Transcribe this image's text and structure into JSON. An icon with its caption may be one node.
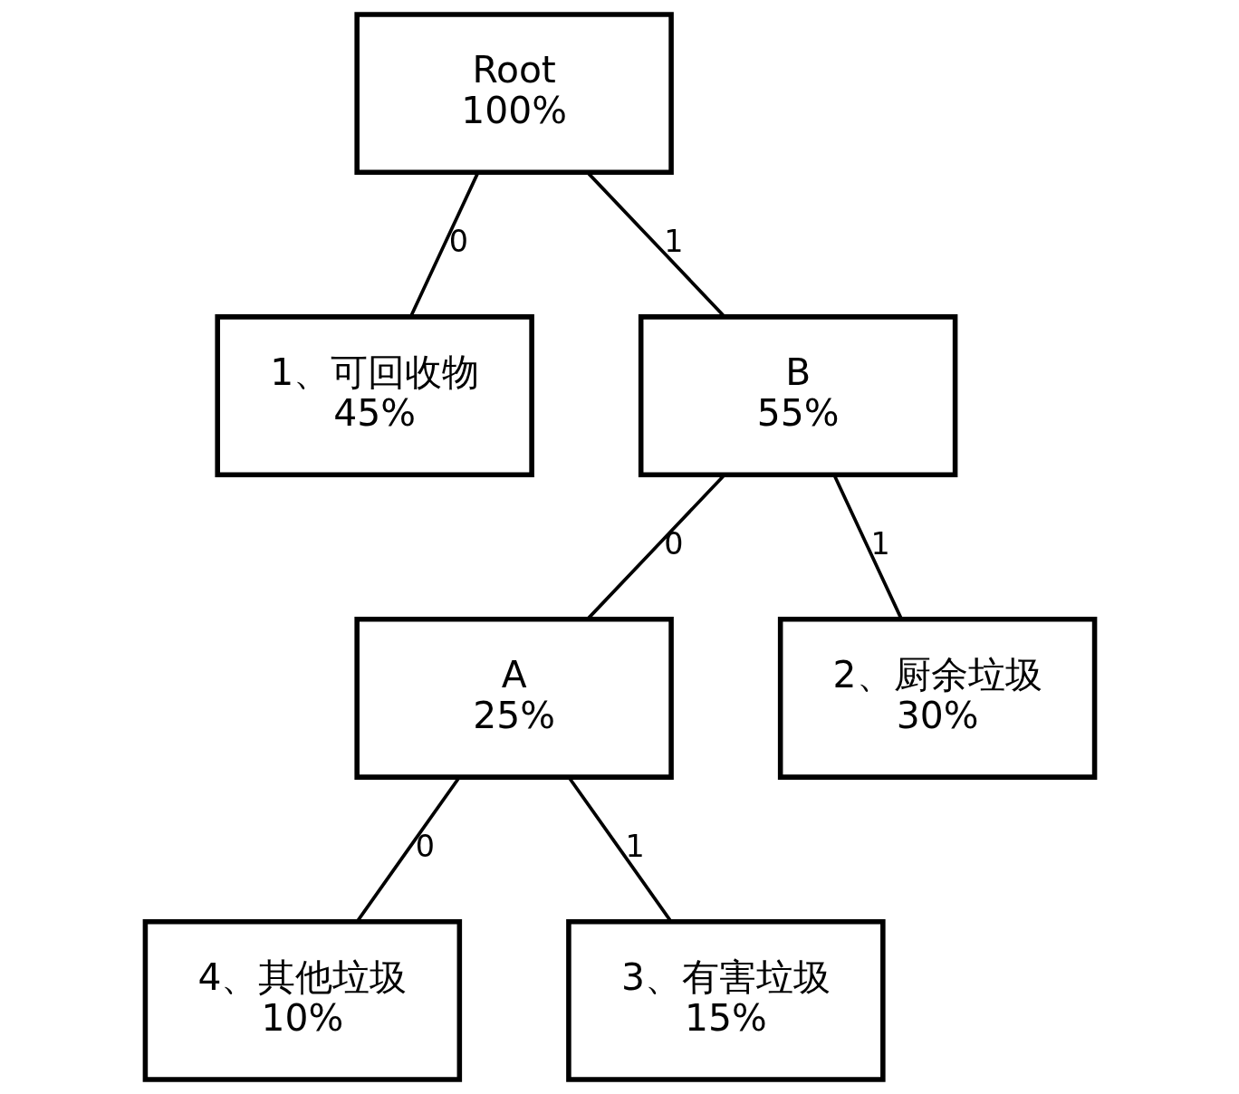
{
  "diagram": {
    "nodes": [
      {
        "text": [
          "Root",
          "100%"
        ]
      },
      {
        "text": [
          "1、可回收物",
          "45%"
        ]
      },
      {
        "text": [
          "B",
          "55%"
        ]
      },
      {
        "text": [
          "A",
          "25%"
        ]
      },
      {
        "text": [
          "2、厨余垃圾",
          "30%"
        ]
      },
      {
        "text": [
          "4、其他垃圾",
          "10%"
        ]
      },
      {
        "text": [
          "3、有害垃圾",
          "15%"
        ]
      }
    ],
    "edges": [
      {
        "from": 0,
        "to": 1,
        "arrow": "none",
        "label": "0"
      },
      {
        "from": 0,
        "to": 2,
        "arrow": "none",
        "label": "1"
      },
      {
        "from": 2,
        "to": 3,
        "arrow": "none",
        "label": "0"
      },
      {
        "from": 2,
        "to": 4,
        "arrow": "none",
        "label": "1"
      },
      {
        "from": 3,
        "to": 5,
        "arrow": "none",
        "label": "0"
      },
      {
        "from": 3,
        "to": 6,
        "arrow": "none",
        "label": "1"
      }
    ]
  }
}
